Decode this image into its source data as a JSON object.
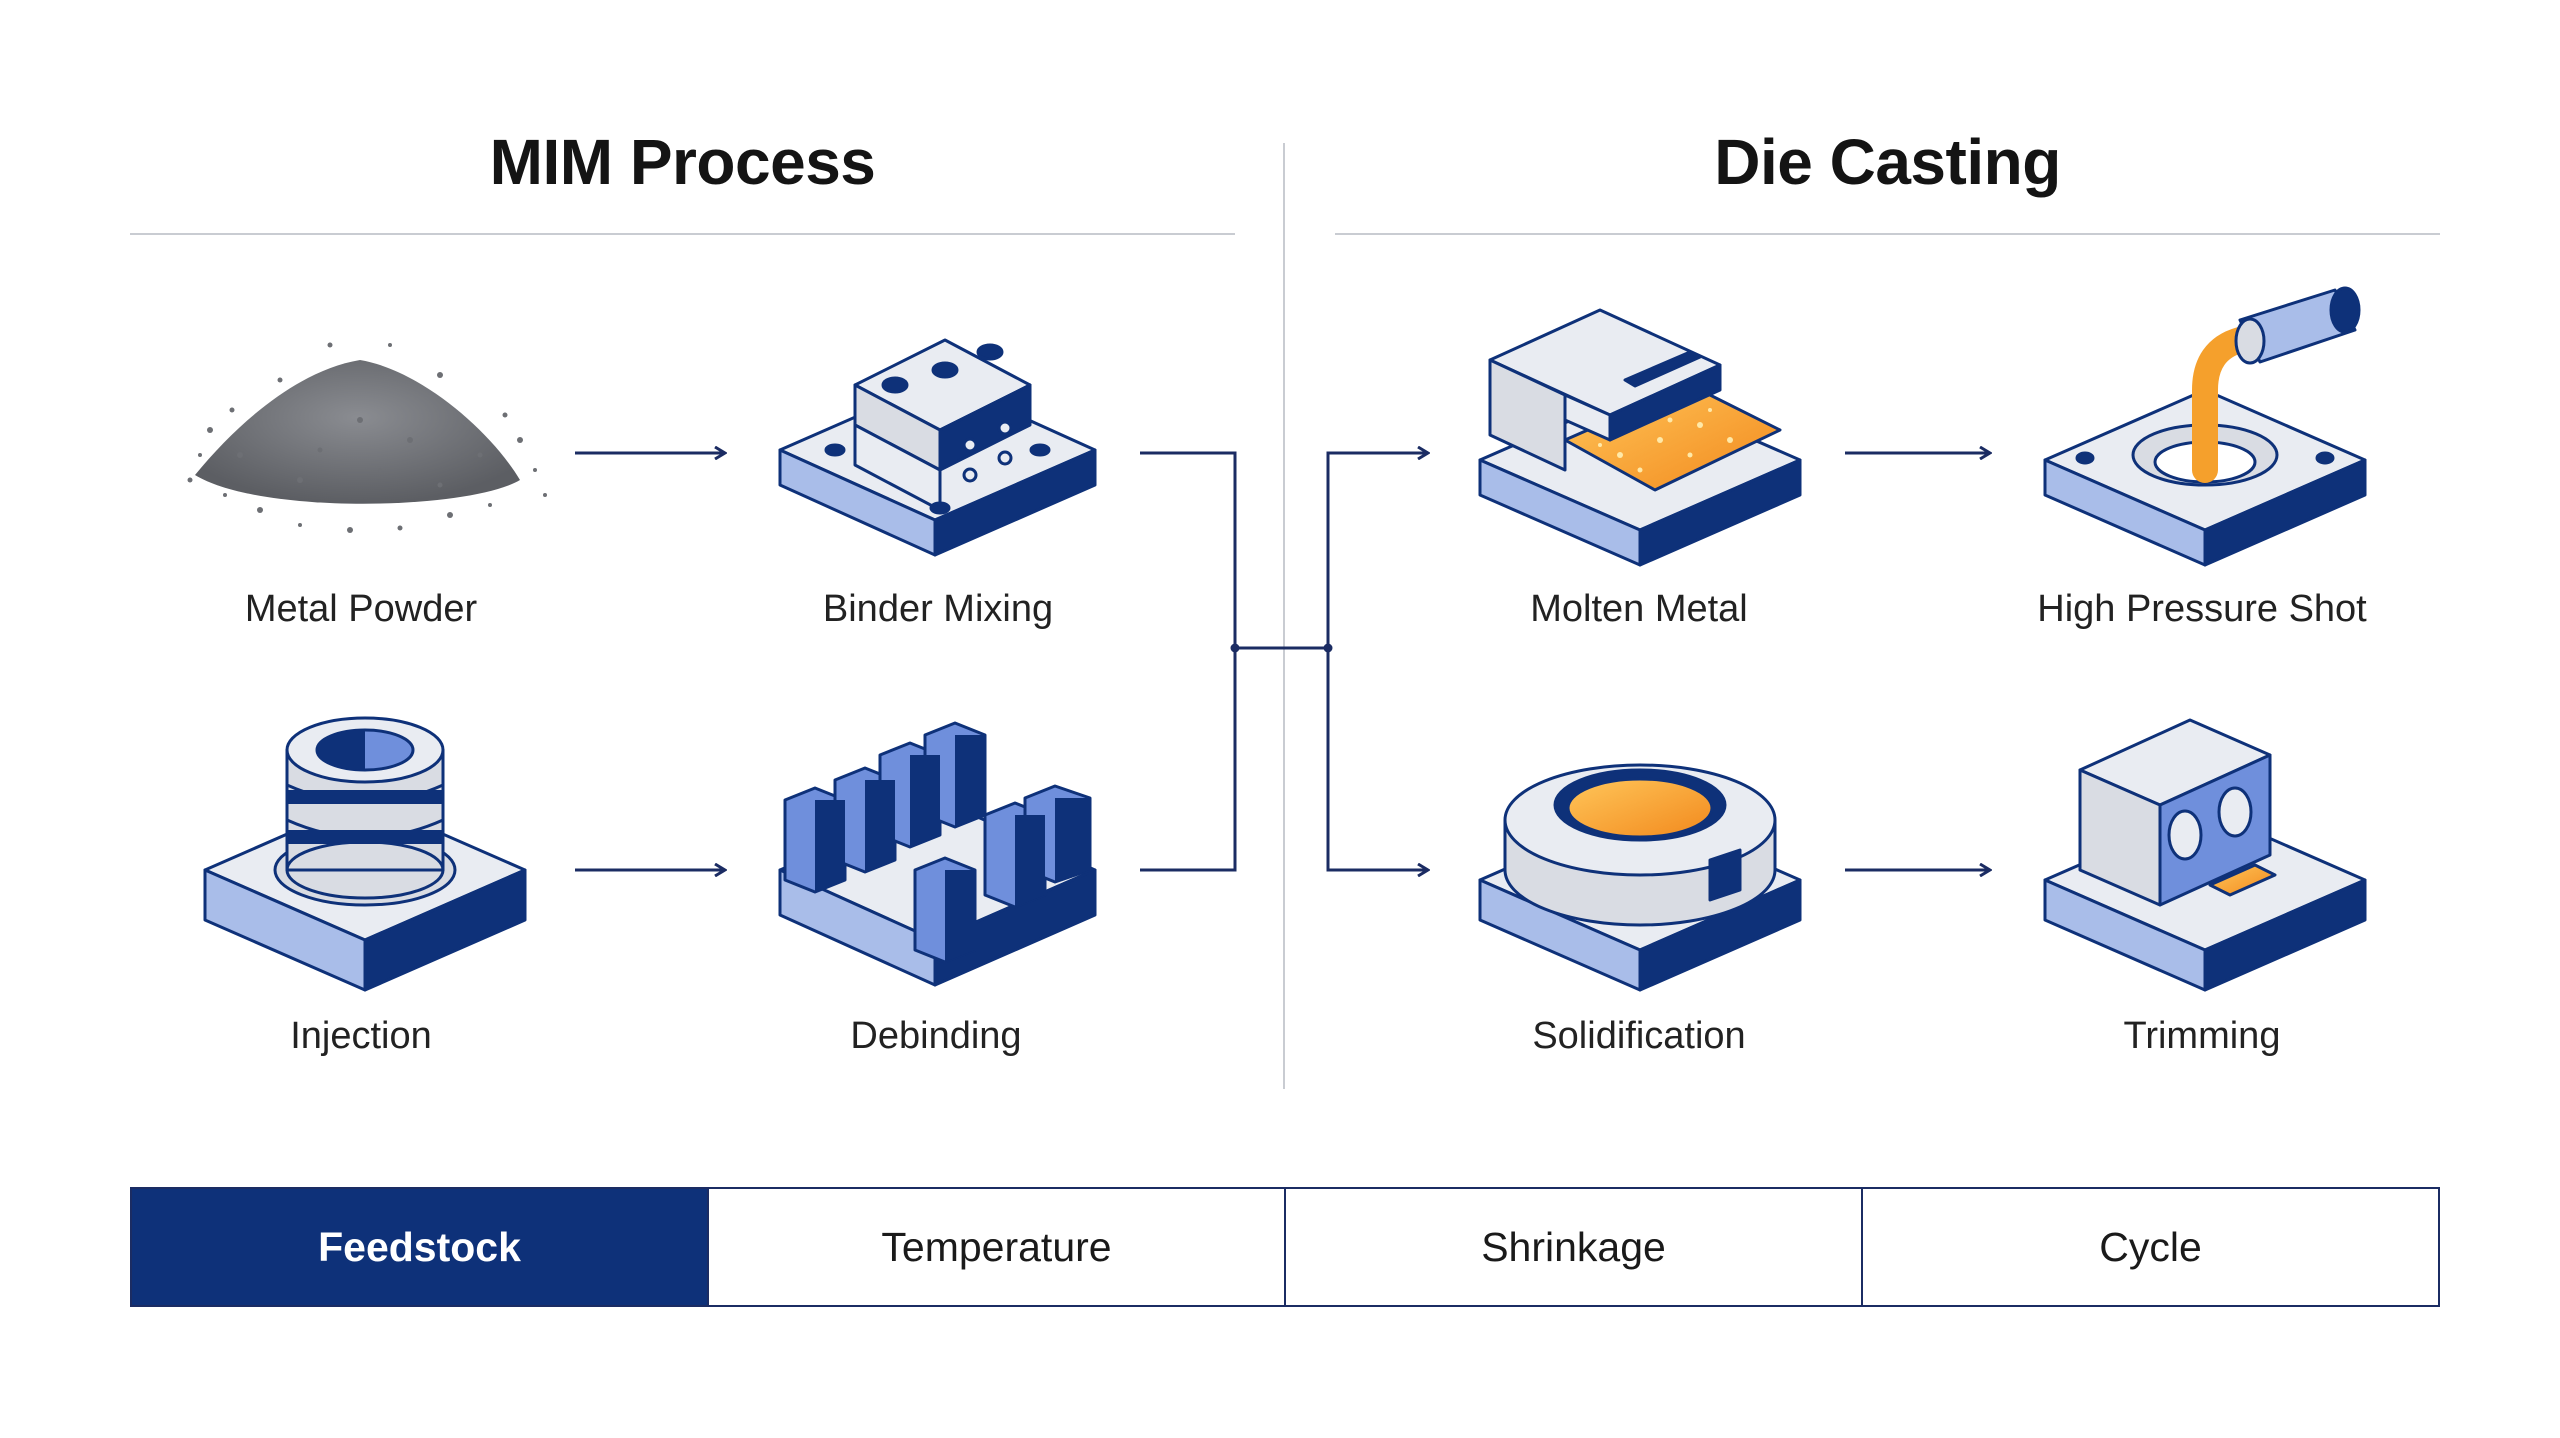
{
  "headings": {
    "mim": "MIM Process",
    "die_casting": "Die Casting"
  },
  "steps": {
    "metal_powder": "Metal Powder",
    "binder_mixing": "Binder Mixing",
    "injection": "Injection",
    "debinding": "Debinding",
    "molten_metal": "Molten Metal",
    "high_pressure_shot": "High Pressure Shot",
    "solidification": "Solidification",
    "trimming": "Trimming"
  },
  "tabs": [
    {
      "label": "Feedstock",
      "active": true
    },
    {
      "label": "Temperature",
      "active": false
    },
    {
      "label": "Shrinkage",
      "active": false
    },
    {
      "label": "Cycle",
      "active": false
    }
  ],
  "colors": {
    "navy": "#0e3179",
    "blue": "#6f8fdc",
    "light_blue": "#a9bde9",
    "orange": "#f5a02c",
    "grey": "#d9dce3"
  }
}
